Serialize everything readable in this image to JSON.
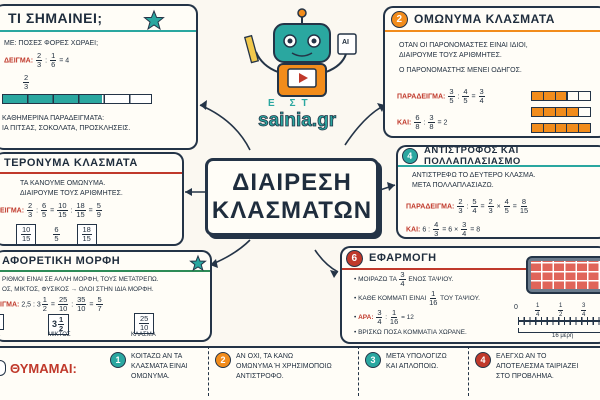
{
  "colors": {
    "navy": "#243447",
    "orange": "#f28c1b",
    "teal": "#2aa7a0",
    "red": "#c0392b",
    "green": "#2e8b57",
    "cream": "#fffdf7"
  },
  "center": {
    "line1": "ΔΙΑΙΡΕΣΗ",
    "line2": "ΚΛΑΣΜΑΤΩΝ"
  },
  "logo": {
    "text": "sainia.gr",
    "pencil_letters": "Ε ΣΤ",
    "badge": "AI"
  },
  "card1": {
    "title": "ΤΙ ΣΗΜΑΙΝΕΙ;",
    "line1": "ΜΕ: ΠΟΣΕΣ ΦΟΡΕΣ ΧΩΡΑΕΙ;",
    "example_label": "ΔΕΙΓΜΑ:",
    "ex_a_num": "2",
    "ex_a_den": "3",
    "ex_op": ":",
    "ex_b_num": "1",
    "ex_b_den": "6",
    "ex_eq": "= 4",
    "bar_label_num": "2",
    "bar_label_den": "3",
    "line_everyday": "ΚΑΘΗΜΕΡΙΝΑ ΠΑΡΑΔΕΙΓΜΑΤΑ:",
    "line_examples": "ΙΑ ΠΙΤΣΑΣ, ΣΟΚΟΛΑΤΑ, ΠΡΟΣΚΛΗΣΕΙΣ."
  },
  "card2": {
    "number": "2",
    "title": "ΟΜΩΝΥΜΑ ΚΛΑΣΜΑΤΑ",
    "line1": "ΟΤΑΝ ΟΙ ΠΑΡΟΝΟΜΑΣΤΕΣ ΕΙΝΑΙ ΙΔΙΟΙ,",
    "line2": "ΔΙΑΙΡΟΥΜΕ ΤΟΥΣ ΑΡΙΘΜΗΤΕΣ.",
    "line3": "Ο ΠΑΡΟΝΟΜΑΣΤΗΣ ΜΕΝΕΙ ΟΔΗΓΟΣ.",
    "ex1_label": "ΠΑΡΑΔΕΙΓΜΑ:",
    "ex1_a": "3",
    "ex1_ad": "5",
    "ex1_b": "4",
    "ex1_bd": "5",
    "ex1_r": "3",
    "ex1_rd": "4",
    "ex2_label": "ΚΑΙ:",
    "ex2_a": "6",
    "ex2_ad": "8",
    "ex2_b": "3",
    "ex2_bd": "8",
    "ex2_eq": "= 2"
  },
  "card3": {
    "title": "ΤΕΡΟΝΥΜΑ ΚΛΑΣΜΑΤΑ",
    "line1": "ΤΑ ΚΑΝΟΥΜΕ ΟΜΩΝΥΜΑ.",
    "line2": "ΔΙΑΙΡΟΥΜΕ ΤΟΥΣ ΑΡΙΘΜΗΤΕΣ.",
    "ex_label": "ΕΙΓΜΑ:",
    "a": "2",
    "ad": "3",
    "b": "6",
    "bd": "5",
    "c": "10",
    "cd": "15",
    "d": "18",
    "dd": "15",
    "r": "5",
    "rd": "9",
    "box1": "10",
    "box1d": "15",
    "box2": "6",
    "box2d": "5",
    "box3": "18",
    "box3d": "15"
  },
  "card4": {
    "number": "4",
    "title": "ΑΝΤΙΣΤΡΟΦΟΣ ΚΑΙ ΠΟΛΛΑΠΛΑΣΙΑΣΜΟ",
    "line1": "ΑΝΤΙΣΤΡΕΦΩ ΤΟ ΔΕΥΤΕΡΟ ΚΛΑΣΜΑ.",
    "line2": "ΜΕΤΑ ΠΟΛΛΑΠΛΑΣΙΑΖΩ.",
    "ex1_label": "ΠΑΡΑΔΕΙΓΜΑ:",
    "a": "2",
    "ad": "3",
    "b": "5",
    "bd": "4",
    "c": "2",
    "cd": "3",
    "d": "4",
    "dd": "5",
    "r": "8",
    "rd": "15",
    "ex2_label": "ΚΑΙ:",
    "ex2_text": "6 :",
    "ex2_b": "4",
    "ex2_bd": "3",
    "ex2_mid": "= 6 ×",
    "ex2_c": "3",
    "ex2_cd": "4",
    "ex2_eq": "= 8"
  },
  "card5": {
    "title": "ΑΦΟΡΕΤΙΚΗ ΜΟΡΦΗ",
    "line1": "ΡΙΘΜΟΙ ΕΙΝΑΙ ΣΕ ΑΛΛΗ ΜΟΡΦΗ, ΤΟΥΣ ΜΕΤΑΤΡΕΠΩ.",
    "line2": "ΟΣ, ΜΙΚΤΟΣ, ΦΥΣΙΚΟΣ → ΟΛΟΙ ΣΤΗΝ ΙΔΙΑ ΜΟΡΦΗ.",
    "ex_label": "ΙΓΜΑ:",
    "ex_start": "2,5 : 3",
    "m_num": "1",
    "m_den": "2",
    "eq1_num": "25",
    "eq1_den": "10",
    "eq2_num": "35",
    "eq2_den": "10",
    "eq3_num": "5",
    "eq3_den": "7",
    "mixed_whole": "3",
    "mixed_num": "1",
    "mixed_den": "2",
    "mixed_label": "ΜΙΚΤΟΣ",
    "frac_num": "25",
    "frac_den": "10",
    "frac_label": "ΚΛΑΣΜΑ",
    "left_label": "ΟΣ"
  },
  "card6": {
    "number": "6",
    "title": "ΕΦΑΡΜΟΓΗ",
    "line1_a": "ΜΟΙΡΑΖΩ ΤΑ",
    "line1_num": "3",
    "line1_den": "4",
    "line1_b": "ΕΝΟΣ ΤΑΨΙΟΥ.",
    "line2_a": "ΚΑΘΕ ΚΟΜΜΑΤΙ ΕΙΝΑΙ",
    "line2_num": "1",
    "line2_den": "16",
    "line2_b": "ΤΟΥ ΤΑΨΙΟΥ.",
    "line3_label": "ΑΡΑ:",
    "line3_a": "3",
    "line3_ad": "4",
    "line3_b": "1",
    "line3_bd": "16",
    "line3_eq": "= 12",
    "line4": "ΒΡΙΣΚΩ ΠΟΣΑ ΚΟΜΜΑΤΙΑ ΧΩΡΑΝΕ.",
    "nl_0": "0",
    "nl_1n": "1",
    "nl_1d": "4",
    "nl_2n": "1",
    "nl_2d": "2",
    "nl_3n": "3",
    "nl_3d": "4",
    "nl_4": "1",
    "nl_caption": "16 μέρη"
  },
  "remember": {
    "label": "ΘΥΜΑΜΑΙ:",
    "steps": [
      {
        "number": "1",
        "text1": "ΚΟΙΤΑΖΩ ΑΝ ΤΑ",
        "text2": "ΚΛΑΣΜΑΤΑ ΕΙΝΑΙ",
        "text3": "ΟΜΩΝΥΜΑ."
      },
      {
        "number": "2",
        "text1": "ΑΝ ΟΧΙ, ΤΑ ΚΑΝΩ",
        "text2": "ΟΜΩΝΥΜΑ Ή ΧΡΗΣΙΜΟΠΟΙΩ",
        "text3": "ΑΝΤΙΣΤΡΟΦΟ."
      },
      {
        "number": "3",
        "text1": "ΜΕΤΑ ΥΠΟΛΟΓΙΖΩ",
        "text2": "ΚΑΙ ΑΠΛΟΠΟΙΩ.",
        "text3": ""
      },
      {
        "number": "4",
        "text1": "ΕΛΕΓΧΩ ΑΝ ΤΟ",
        "text2": "ΑΠΟΤΕΛΕΣΜΑ ΤΑΙΡΙΑΖΕΙ",
        "text3": "ΣΤΟ ΠΡΟΒΛΗΜΑ."
      }
    ]
  }
}
